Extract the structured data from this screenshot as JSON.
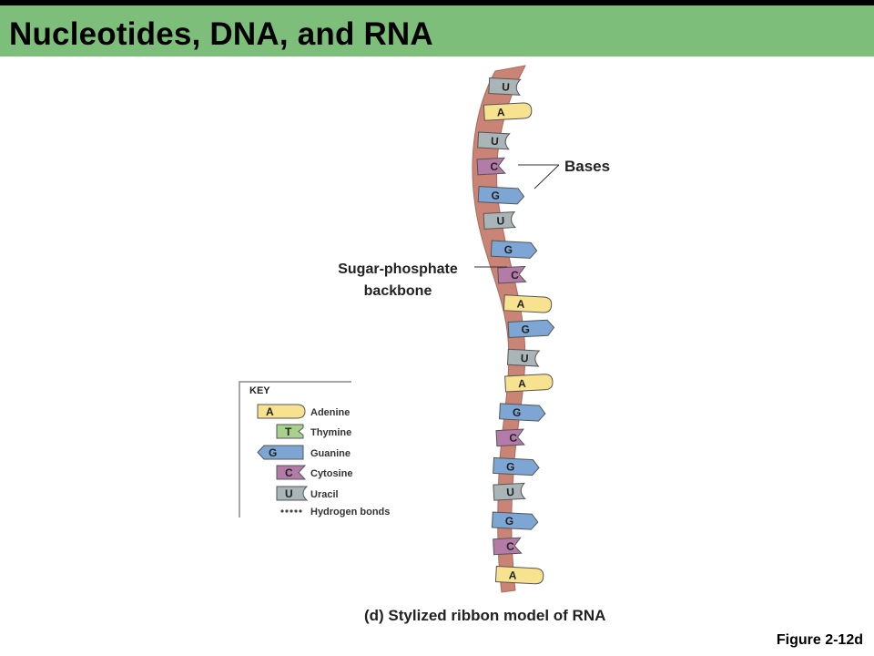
{
  "title": "Nucleotides, DNA, and RNA",
  "labels": {
    "bases": "Bases",
    "backbone_line1": "Sugar-phosphate",
    "backbone_line2": "backbone"
  },
  "strand_bases": [
    "U",
    "A",
    "U",
    "C",
    "G",
    "U",
    "G",
    "C",
    "A",
    "G",
    "U",
    "A",
    "G",
    "C",
    "G",
    "U",
    "G",
    "C",
    "A"
  ],
  "key": {
    "title": "KEY",
    "items": [
      {
        "letter": "A",
        "name": "Adenine",
        "color": "#f7e38f"
      },
      {
        "letter": "T",
        "name": "Thymine",
        "color": "#a9d18e"
      },
      {
        "letter": "G",
        "name": "Guanine",
        "color": "#7ea6d4"
      },
      {
        "letter": "C",
        "name": "Cytosine",
        "color": "#b37ba8"
      },
      {
        "letter": "U",
        "name": "Uracil",
        "color": "#a9b5b7"
      }
    ],
    "hbond_label": "Hydrogen bonds"
  },
  "caption": "(d) Stylized ribbon model of RNA",
  "figure_label": "Figure 2-12d",
  "colors": {
    "header": "#7dbf7a",
    "backbone": "#c98476",
    "backbone_dark": "#a9695c",
    "A": "#f7e38f",
    "T": "#a9d18e",
    "G": "#7ea6d4",
    "C": "#b37ba8",
    "U": "#a9b5b7"
  }
}
